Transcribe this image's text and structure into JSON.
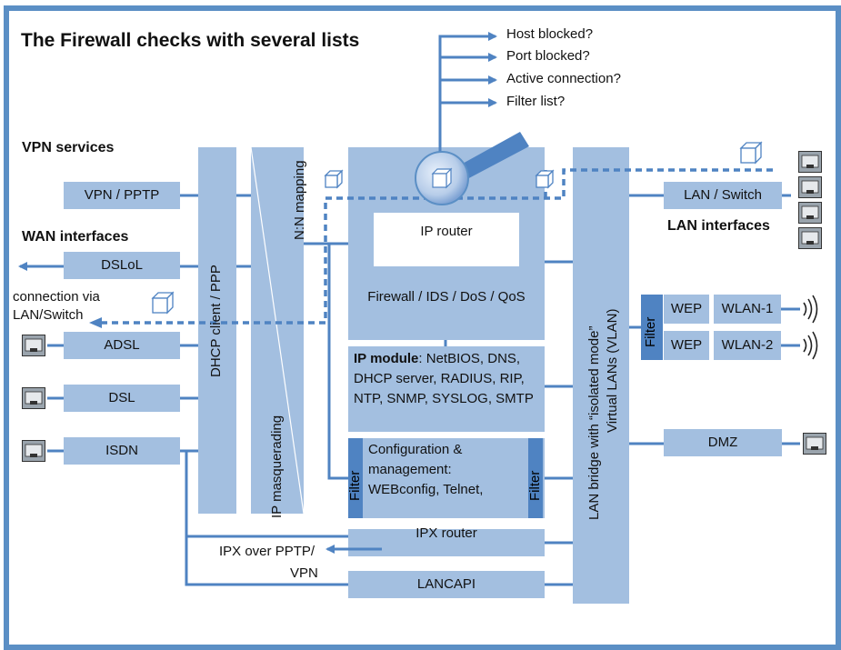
{
  "title": "The Firewall checks with several lists",
  "checks": [
    "Host blocked?",
    "Port blocked?",
    "Active connection?",
    "Filter list?"
  ],
  "sections": {
    "vpn_services": "VPN services",
    "wan_interfaces": "WAN interfaces",
    "lan_interfaces": "LAN interfaces"
  },
  "left_boxes": {
    "vpn_pptp": "VPN / PPTP",
    "dslol": "DSLoL",
    "adsl": "ADSL",
    "dsl": "DSL",
    "isdn": "ISDN"
  },
  "connection_via": [
    "connection via",
    "LAN/Switch"
  ],
  "vertical": {
    "dhcp": "DHCP client / PPP",
    "nn_mapping": "N:N mapping",
    "masquerading": "IP masquerading",
    "lan_bridge_1": "LAN bridge with “isolated mode”",
    "lan_bridge_2": "Virtual LANs (VLAN)",
    "filter_left": "Filter",
    "filter_right": "Filter",
    "filter_wlan": "Filter"
  },
  "center": {
    "ip_router": "IP router",
    "firewall": "Firewall / IDS / DoS / QoS",
    "ip_module_label": "IP module",
    "ip_module_line1": ": NetBIOS, DNS,",
    "ip_module_line2": "DHCP server, RADIUS, RIP,",
    "ip_module_line3": "NTP, SNMP, SYSLOG, SMTP",
    "config_line1": "Configuration &",
    "config_line2": "management:",
    "config_line3": "WEBconfig, Telnet,",
    "ipx_router": "IPX router",
    "ipx_over_1": "IPX over PPTP/",
    "ipx_over_2": "VPN",
    "lancapi": "LANCAPI"
  },
  "right_boxes": {
    "lan_switch": "LAN / Switch",
    "wep1": "WEP",
    "wlan1": "WLAN-1",
    "wep2": "WEP",
    "wlan2": "WLAN-2",
    "dmz": "DMZ"
  },
  "icons": [
    "cube-icon",
    "ethernet-port-icon",
    "wireless-signal-icon",
    "firewall-lens-icon"
  ],
  "colors": {
    "frame": "#5b8fc5",
    "box": "#a3bfe0",
    "dark": "#4f83c2",
    "line": "#4f83c2"
  }
}
